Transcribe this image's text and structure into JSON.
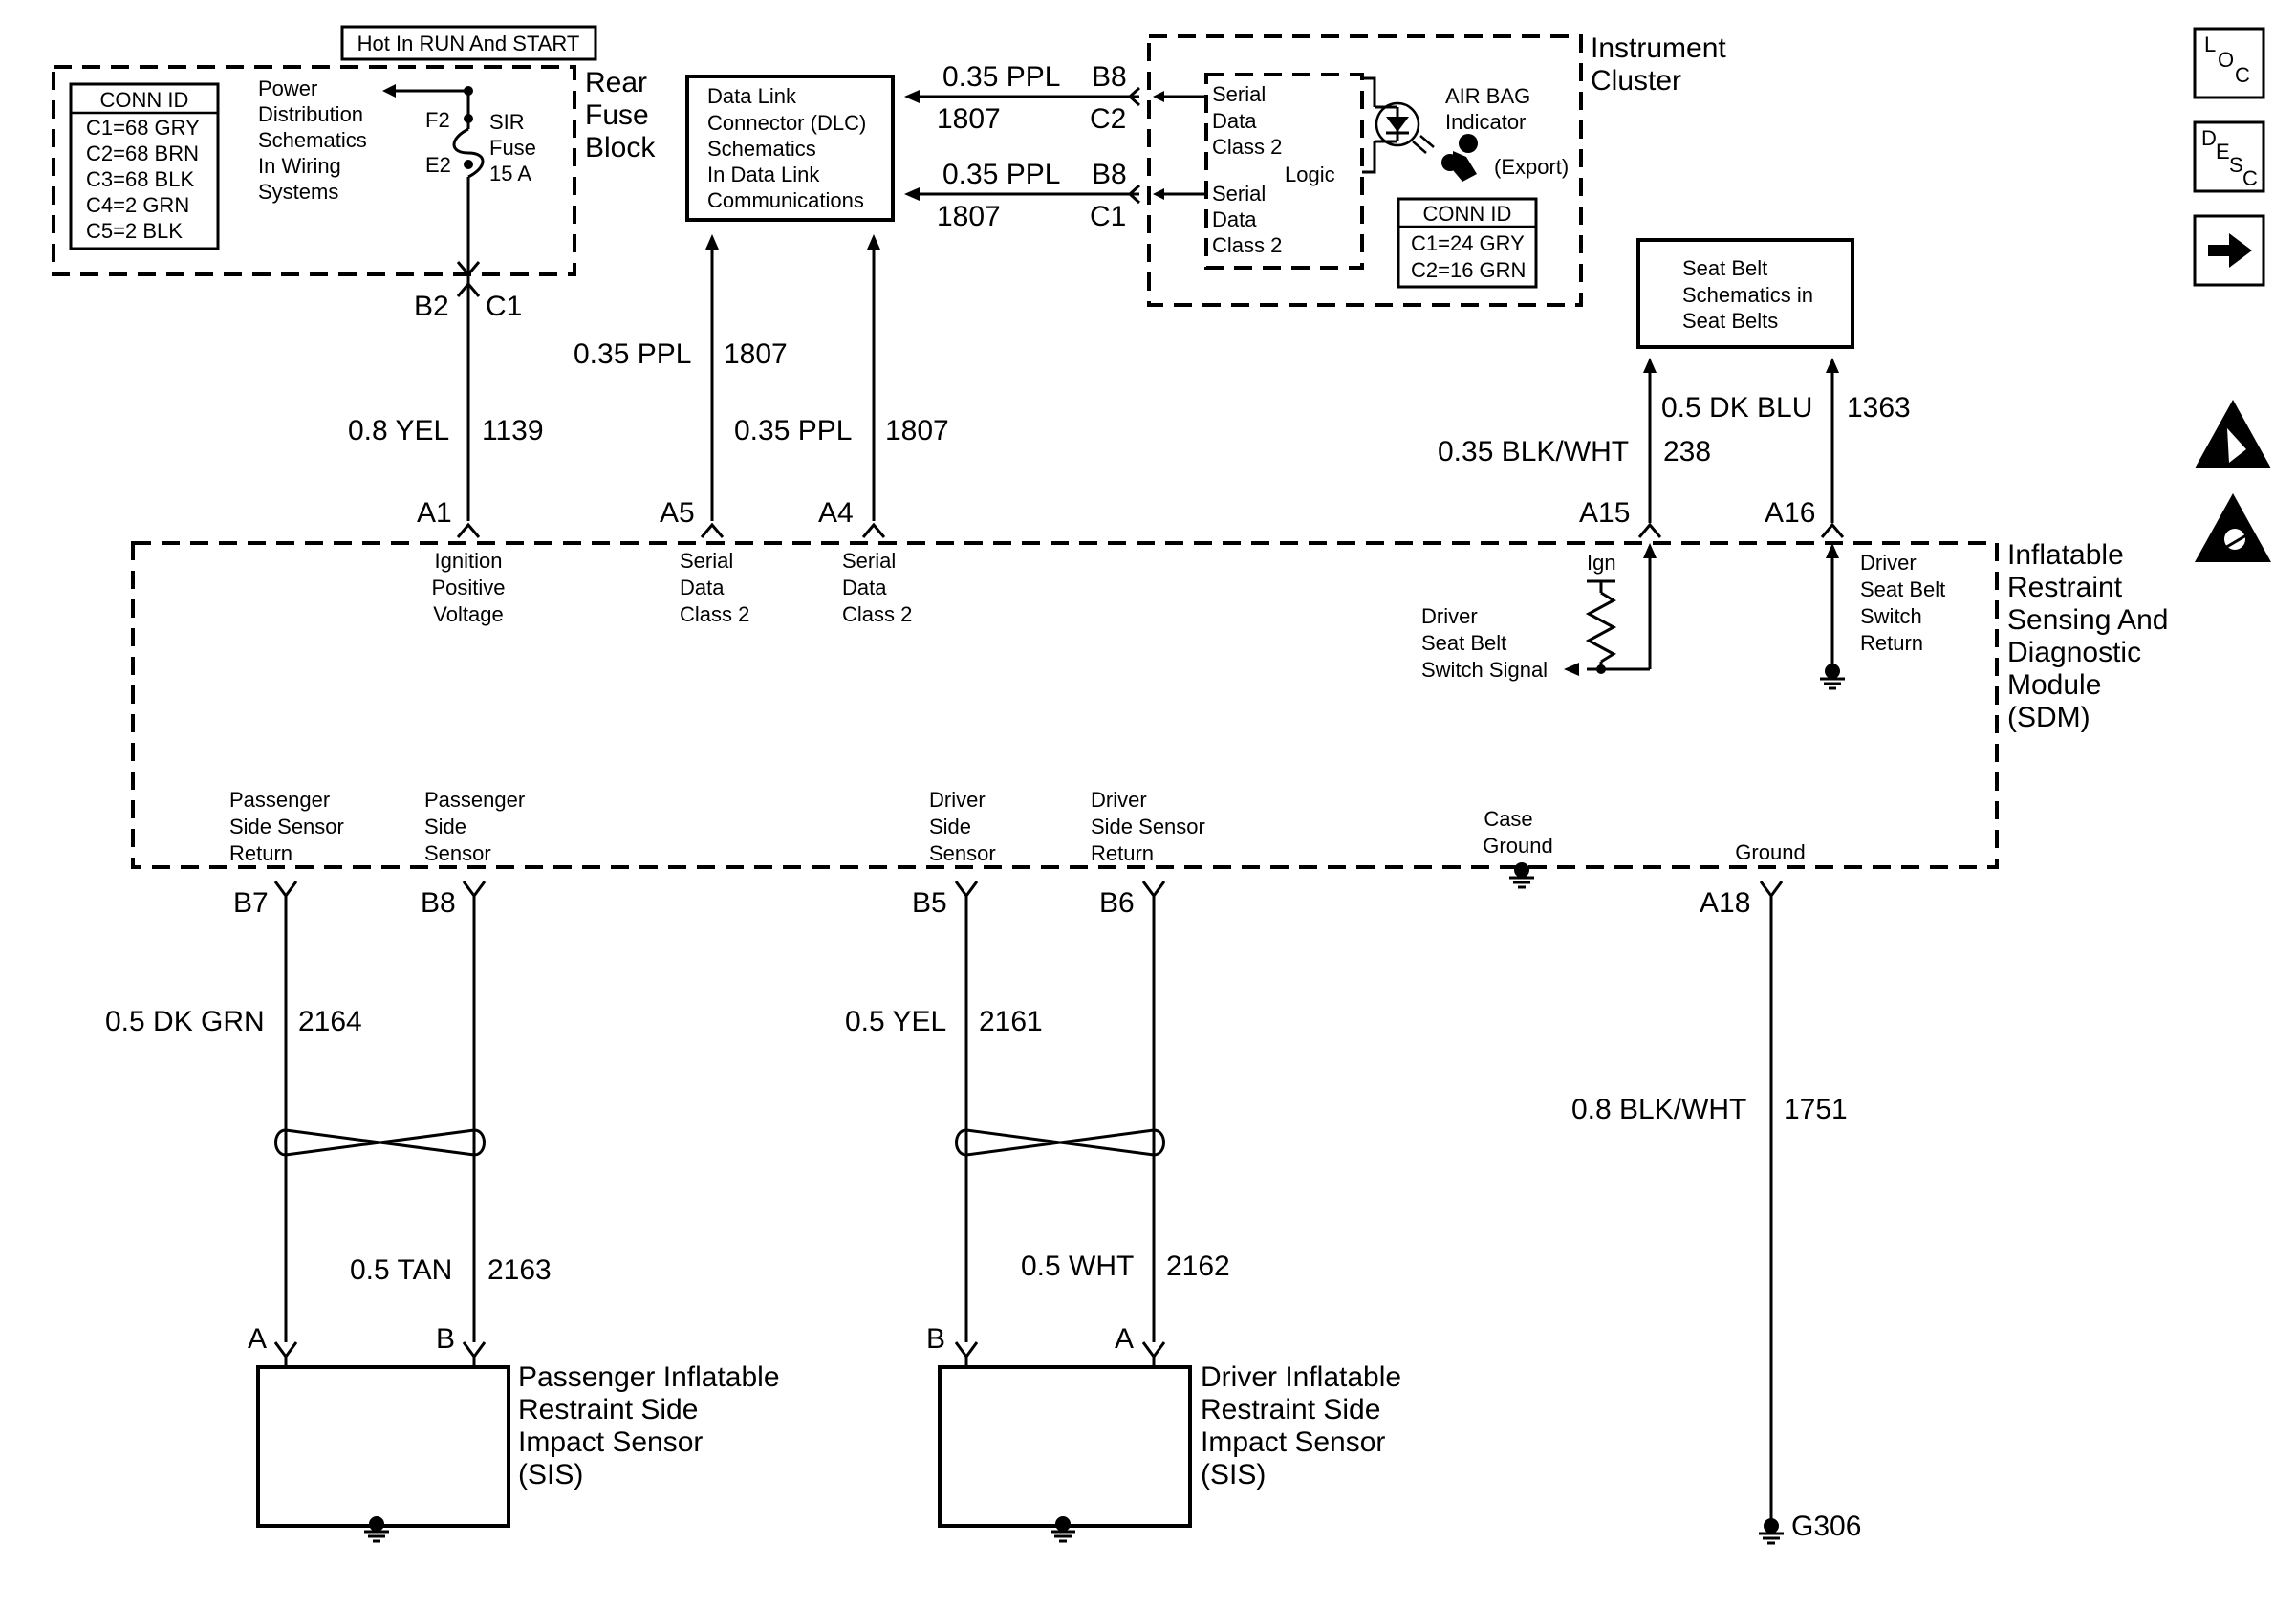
{
  "top_banner": "Hot In RUN And START",
  "fuse_block": {
    "title": [
      "Rear",
      "Fuse",
      "Block"
    ],
    "conn_id_header": "CONN ID",
    "conn_ids": [
      "C1=68 GRY",
      "C2=68 BRN",
      "C3=68 BLK",
      "C4=2  GRN",
      "C5=2 BLK"
    ],
    "power_note": [
      "Power",
      "Distribution",
      "Schematics",
      "In Wiring",
      "Systems"
    ],
    "fuse_top_pin": "F2",
    "fuse_bottom_pin": "E2",
    "fuse_label": [
      "SIR",
      "Fuse",
      "15 A"
    ],
    "out_pin_left": "B2",
    "out_pin_right": "C1"
  },
  "dlc": {
    "lines": [
      "Data Link",
      "Connector (DLC)",
      "Schematics",
      "In Data Link",
      "Communications"
    ]
  },
  "dlc_wires": {
    "top_color": "0.35 PPL",
    "top_circuit": "1807",
    "top_pin_a": "B8",
    "top_pin_b": "C2",
    "bottom_color": "0.35 PPL",
    "bottom_circuit": "1807",
    "bottom_pin_a": "B8",
    "bottom_pin_b": "C1"
  },
  "instrument_cluster": {
    "title": [
      "Instrument",
      "Cluster"
    ],
    "serial1": [
      "Serial",
      "Data",
      "Class 2"
    ],
    "serial2": [
      "Serial",
      "Data",
      "Class 2"
    ],
    "logic": "Logic",
    "airbag": [
      "AIR BAG",
      "Indicator"
    ],
    "export": "(Export)",
    "conn_id_header": "CONN ID",
    "conn_ids": [
      "C1=24 GRY",
      "C2=16 GRN"
    ]
  },
  "seat_belt_box": [
    "Seat Belt",
    "Schematics in",
    "Seat Belts"
  ],
  "side_icons": [
    "LOC",
    "DESC"
  ],
  "upper_wires": {
    "a1_color": "0.8 YEL",
    "a1_circuit": "1139",
    "a1_pin": "A1",
    "a5_color": "0.35 PPL",
    "a5_circuit": "1807",
    "a5_pin": "A5",
    "a4_color": "0.35 PPL",
    "a4_circuit": "1807",
    "a4_pin": "A4",
    "a15_color": "0.35 BLK/WHT",
    "a15_circuit": "238",
    "a15_pin": "A15",
    "a16_color": "0.5 DK BLU",
    "a16_circuit": "1363",
    "a16_pin": "A16"
  },
  "sdm": {
    "title": [
      "Inflatable",
      "Restraint",
      "Sensing And",
      "Diagnostic",
      "Module",
      "(SDM)"
    ],
    "ignition": [
      "Ignition",
      "Positive",
      "Voltage"
    ],
    "serial_a5": [
      "Serial",
      "Data",
      "Class 2"
    ],
    "serial_a4": [
      "Serial",
      "Data",
      "Class 2"
    ],
    "ign": "Ign",
    "driver_signal": [
      "Driver",
      "Seat Belt",
      "Switch Signal"
    ],
    "driver_return": [
      "Driver",
      "Seat Belt",
      "Switch",
      "Return"
    ],
    "pass_return": [
      "Passenger",
      "Side Sensor",
      "Return"
    ],
    "pass_sensor": [
      "Passenger",
      "Side",
      "Sensor"
    ],
    "drv_sensor": [
      "Driver",
      "Side",
      "Sensor"
    ],
    "drv_return": [
      "Driver",
      "Side Sensor",
      "Return"
    ],
    "case_ground": [
      "Case",
      "Ground"
    ],
    "ground": "Ground"
  },
  "lower_wires": {
    "b7_pin": "B7",
    "b8_pin": "B8",
    "b5_pin": "B5",
    "b6_pin": "B6",
    "a18_pin": "A18",
    "b7_color": "0.5 DK GRN",
    "b7_circuit": "2164",
    "b8_color": "0.5 TAN",
    "b8_circuit": "2163",
    "b5_color": "0.5 YEL",
    "b5_circuit": "2161",
    "b6_color": "0.5 WHT",
    "b6_circuit": "2162",
    "a18_color": "0.8 BLK/WHT",
    "a18_circuit": "1751",
    "ground_point": "G306"
  },
  "passenger_sensor": {
    "pin_left": "A",
    "pin_right": "B",
    "title": [
      "Passenger Inflatable",
      "Restraint Side",
      "Impact Sensor",
      "(SIS)"
    ]
  },
  "driver_sensor": {
    "pin_left": "B",
    "pin_right": "A",
    "title": [
      "Driver Inflatable",
      "Restraint Side",
      "Impact Sensor",
      "(SIS)"
    ]
  }
}
